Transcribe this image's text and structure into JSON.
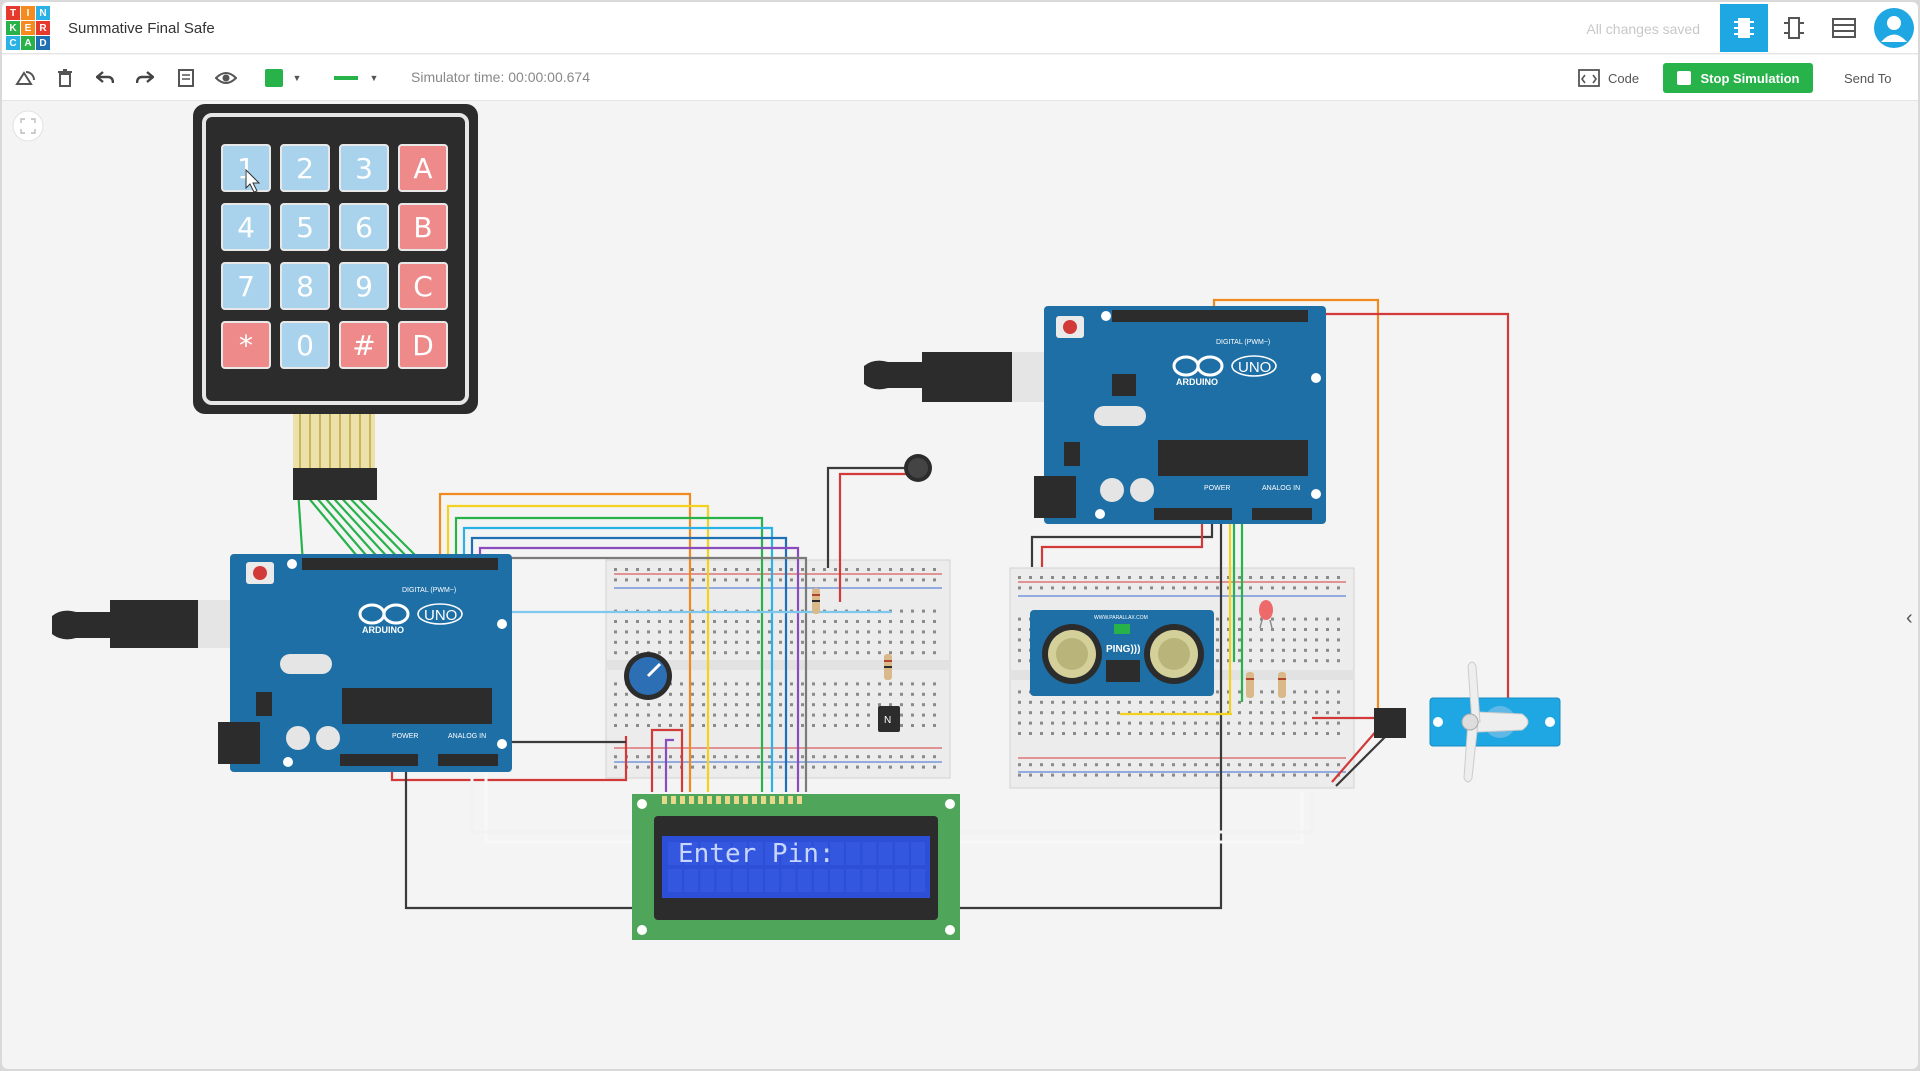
{
  "app": {
    "logo_letters": [
      "T",
      "I",
      "N",
      "K",
      "E",
      "R",
      "C",
      "A",
      "D"
    ],
    "logo_colors": [
      "#e63a2e",
      "#f58a1f",
      "#2ab2e6",
      "#27b24a",
      "#f58a1f",
      "#e63a2e",
      "#2ab2e6",
      "#27b24a",
      "#1f6fb5"
    ],
    "project_title": "Summative Final Safe",
    "save_status": "All changes saved",
    "accent_color": "#1ea7e2"
  },
  "toolbar": {
    "simulator_time": "Simulator time: 00:00:00.674",
    "code_label": "Code",
    "stop_label": "Stop Simulation",
    "send_to_label": "Send To",
    "fill_color": "#27b24a",
    "wire_color": "#27b24a"
  },
  "keypad": {
    "keys": [
      "1",
      "2",
      "3",
      "A",
      "4",
      "5",
      "6",
      "B",
      "7",
      "8",
      "9",
      "C",
      "*",
      "0",
      "#",
      "D"
    ],
    "blue_key_color": "#a9d3ec",
    "red_key_color": "#ee8a8a"
  },
  "arduino": {
    "brand_label": "ARDUINO",
    "model_label": "UNO",
    "digital_label": "DIGITAL (PWM~)",
    "power_label": "POWER",
    "analog_label": "ANALOG IN",
    "board_color": "#1d6fa5"
  },
  "lcd": {
    "display_text": "Enter Pin:",
    "screen_color": "#2d4fd8",
    "pcb_color": "#4fa55a"
  },
  "sensor": {
    "label": "PING)))",
    "url_label": "WWW.PARALLAX.COM"
  },
  "transistor": {
    "label": "N"
  }
}
